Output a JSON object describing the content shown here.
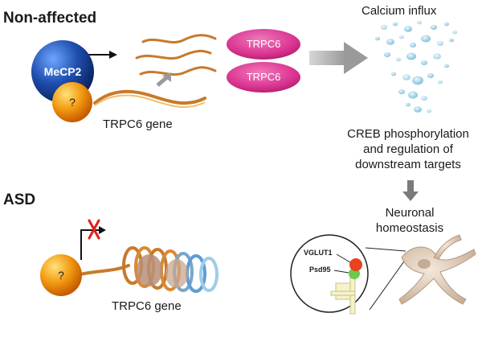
{
  "sections": {
    "non_affected": "Non-affected",
    "asd": "ASD"
  },
  "proteins": {
    "mecp2": "MeCP2",
    "unknown_top": "?",
    "unknown_bottom": "?",
    "trpc6_a": "TRPC6",
    "trpc6_b": "TRPC6"
  },
  "genes": {
    "top": "TRPC6 gene",
    "bottom": "TRPC6 gene"
  },
  "pathway": {
    "calcium": "Calcium influx",
    "creb_line1": "CREB phosphorylation",
    "creb_line2": "and regulation of",
    "creb_line3": "downstream targets",
    "neuronal_line1": "Neuronal",
    "neuronal_line2": "homeostasis"
  },
  "synapse": {
    "vglut1": "VGLUT1",
    "psd95": "Psd95"
  },
  "colors": {
    "trpc6": "#d9318f",
    "mecp2": "#1f4fb0",
    "unknown": "#f29a11",
    "gene_strand": "#c77a2b",
    "calcium": "#8ecde3"
  }
}
